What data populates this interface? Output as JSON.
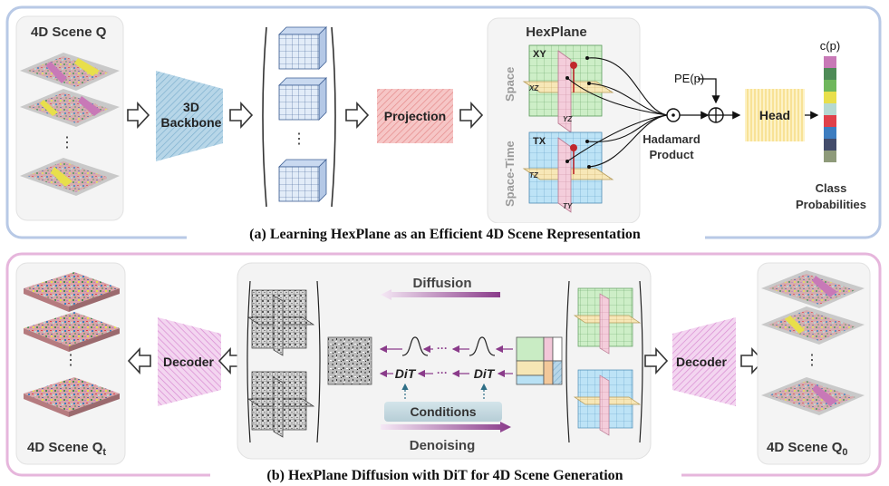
{
  "panel_a": {
    "scene_label": "4D Scene Q",
    "backbone_label_1": "3D",
    "backbone_label_2": "Backbone",
    "dots": "⋮",
    "projection_label": "Projection",
    "hexplane_title": "HexPlane",
    "space_label": "Space",
    "spacetime_label": "Space-Time",
    "plane_xy": "XY",
    "plane_xz": "XZ",
    "plane_yz": "YZ",
    "plane_tx": "TX",
    "plane_tz": "TZ",
    "plane_ty": "TY",
    "pe_label": "PE(p)",
    "hadamard_label_1": "Hadamard",
    "hadamard_label_2": "Product",
    "head_label": "Head",
    "class_label_top": "c(p)",
    "class_label_1": "Class",
    "class_label_2": "Probabilities",
    "caption": "(a) Learning HexPlane as an Efficient 4D Scene Representation",
    "class_colors": [
      "#c879b7",
      "#4e8b57",
      "#6fb75c",
      "#e8df4b",
      "#b5d9d2",
      "#e0414a",
      "#3d7dc0",
      "#434c6b",
      "#8e9a7a"
    ]
  },
  "panel_b": {
    "noisy_scene_label": "4D Scene Q",
    "noisy_scene_sub": "t",
    "clean_scene_label": "4D Scene Q",
    "clean_scene_sub": "0",
    "decoder_left": "Decoder",
    "decoder_right": "Decoder",
    "diffusion_label": "Diffusion",
    "denoising_label": "Denoising",
    "dit_label_1": "DiT",
    "dit_label_2": "DiT",
    "ellipsis_1": "···",
    "ellipsis_2": "···",
    "ellipsis_3": "···",
    "conditions_label": "Conditions",
    "dots": "⋮",
    "caption": "(b) HexPlane Diffusion with DiT for 4D Scene Generation"
  },
  "colors": {
    "panel_a_border": "#b8c9e6",
    "panel_b_border": "#e6b6dc",
    "backbone_fill": "#9cc3da",
    "projection_fill": "#f0a3a3",
    "head_fill": "#fbe7a3",
    "decoder_fill": "#e7b6e3",
    "plane_green": "#c9ecc4",
    "plane_blue": "#b9e1f4",
    "plane_yellow": "#f6e6b5",
    "plane_pink": "#f2c7d8",
    "arrow_purple": "#8a3b8a"
  }
}
